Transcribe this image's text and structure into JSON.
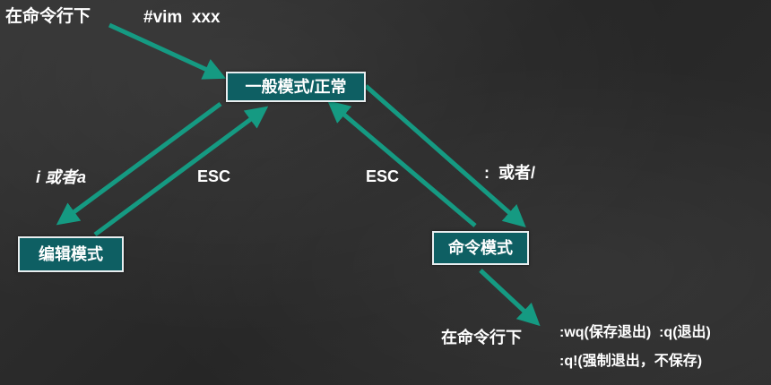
{
  "colors": {
    "arrow": "#159a82",
    "node_fill": "#0e5f63",
    "node_border": "#e9eef0",
    "text": "#ffffff"
  },
  "labels": {
    "top_command_line": "在命令行下",
    "vim_command": "#vim  xxx",
    "insert_keys": "i 或者a",
    "esc_left": "ESC",
    "esc_right": "ESC",
    "command_keys": ":  或者/",
    "bottom_command_line": "在命令行下",
    "save_quit": ":wq(保存退出)  :q(退出)",
    "force_quit": ":q!(强制退出，不保存)"
  },
  "nodes": {
    "normal_mode": "一般模式/正常",
    "edit_mode": "编辑模式",
    "command_mode": "命令模式"
  }
}
